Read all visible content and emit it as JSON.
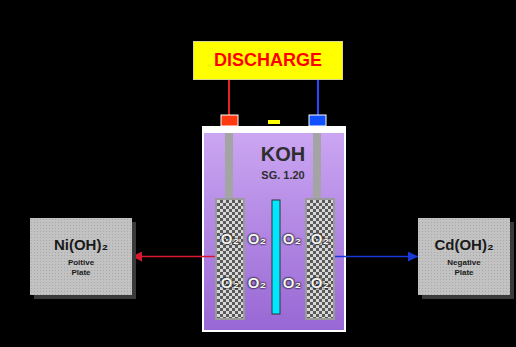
{
  "diagram": {
    "nodes": [
      {
        "text": [
          "DISCHARGE"
        ]
      },
      {
        "text": [
          "KOH",
          "SG. 1.20"
        ]
      },
      {
        "text": [
          "O₂",
          "O₂"
        ],
        "in": 1
      },
      {
        "text": [
          "O₂",
          "O₂"
        ],
        "in": 1
      },
      {
        "text": [
          "Ni(OH)₂",
          "Poitive Plate"
        ]
      },
      {
        "text": [
          "Cd(OH)₂",
          "Negative Plate"
        ]
      }
    ],
    "edges": [
      {
        "from": 2,
        "to": 4,
        "arrow": "to"
      },
      {
        "from": 3,
        "to": 5,
        "arrow": "to"
      }
    ],
    "labels": [
      "O₂",
      "O₂",
      "O₂",
      "O₂"
    ]
  }
}
